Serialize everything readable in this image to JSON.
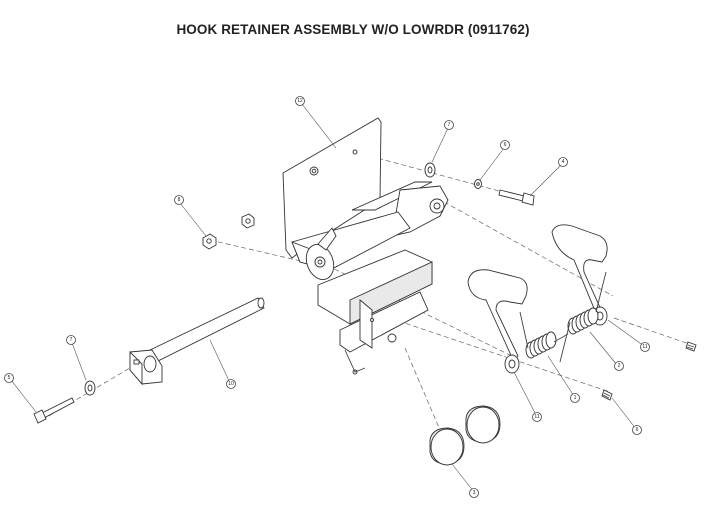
{
  "title": "HOOK RETAINER ASSEMBLY W/O LOWRDR (0911762)",
  "callouts": {
    "c12": "12",
    "c7a": "7",
    "c6a": "6",
    "c4": "4",
    "c8": "8",
    "c7b": "7",
    "c5": "5",
    "c10": "10",
    "c11a": "11",
    "c2": "2",
    "c1": "1",
    "c11b": "11",
    "c6b": "6",
    "c3": "3"
  }
}
